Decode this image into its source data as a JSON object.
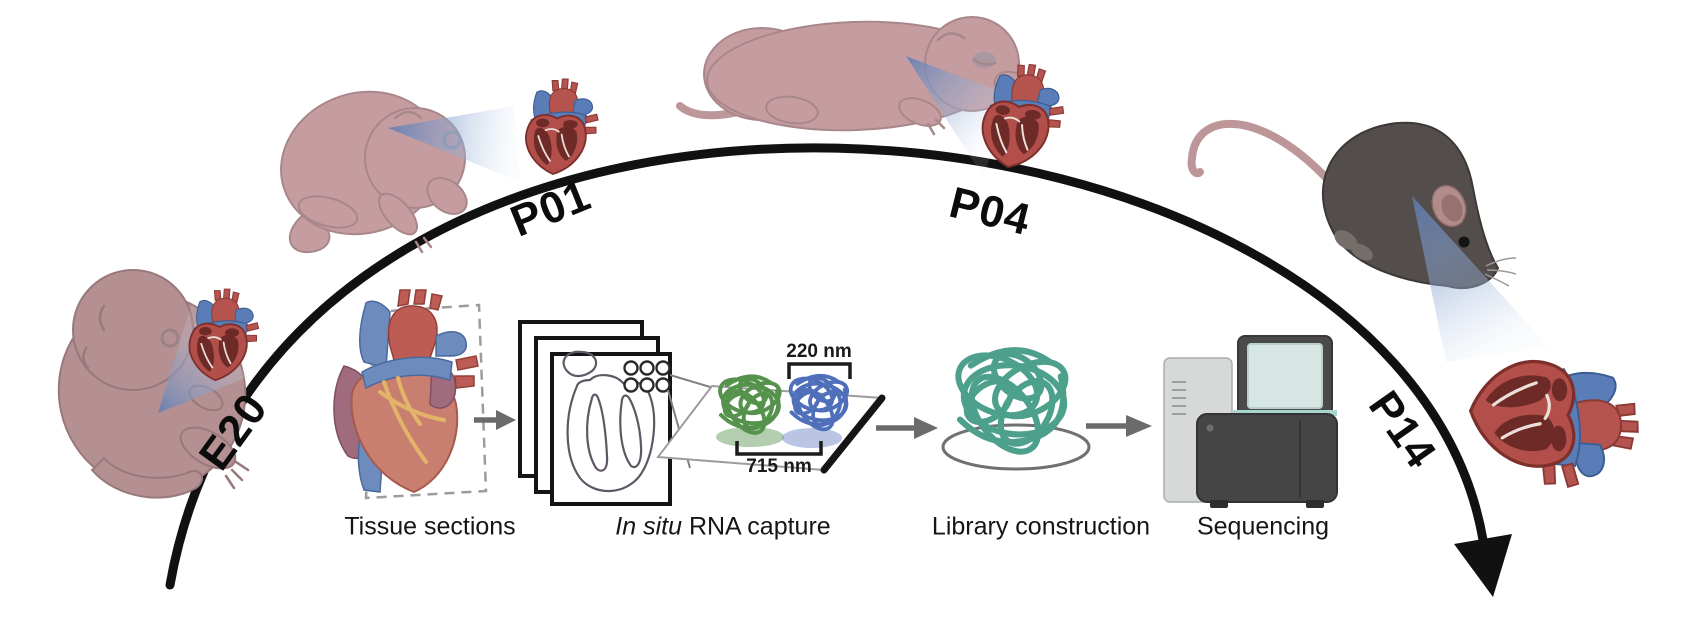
{
  "timeline": {
    "stages": [
      {
        "id": "E20",
        "label": "E20"
      },
      {
        "id": "P01",
        "label": "P01"
      },
      {
        "id": "P04",
        "label": "P04"
      },
      {
        "id": "P14",
        "label": "P14"
      }
    ]
  },
  "workflow": {
    "steps": [
      {
        "id": "tissue-sections",
        "label": "Tissue sections"
      },
      {
        "id": "rna-capture",
        "label_italic": "In situ",
        "label_rest": " RNA capture"
      },
      {
        "id": "library-construction",
        "label": "Library construction"
      },
      {
        "id": "sequencing",
        "label": "Sequencing"
      }
    ],
    "capture_chip": {
      "spot_diameter_label": "220 nm",
      "spot_pitch_label": "715 nm"
    }
  },
  "icons": {
    "timeline_arc": "clockwise-arc-arrow",
    "flow_arrows": "right-arrow",
    "magnifier_cones": "zoom-cone"
  },
  "colors": {
    "arc": "#111111",
    "arrow": "#6b6b6b",
    "embryo_pink": "#b59093",
    "pup_pink": "#c59da1",
    "mouse_gray": "#534e4c",
    "tail_pink": "#bd9699",
    "heart_red": "#b24f4a",
    "heart_dark": "#6e2a27",
    "vessel_blue": "#5a7db8",
    "vessel_red": "#b5544e",
    "ventricle_salmon": "#c97f70",
    "atrium_mauve": "#a06b7c",
    "coronary_yellow": "#e2b369",
    "tangle_green": "#55924c",
    "tangle_blue": "#4f6fba",
    "tangle_teal": "#4da18c",
    "cone_blue": "#5d7ab0",
    "screen_teal": "#d5e6e3"
  }
}
